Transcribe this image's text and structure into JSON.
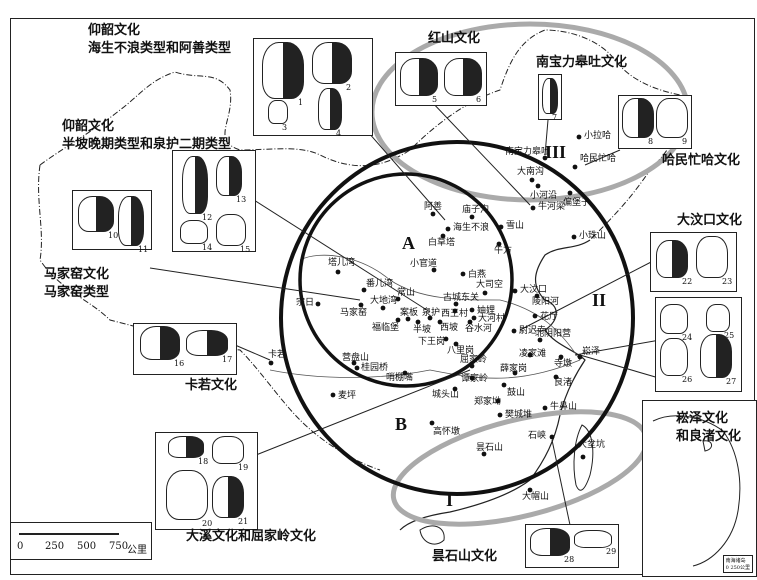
{
  "cultures": {
    "yangshao_hsbl": [
      "仰韶文化",
      "海生不浪类型和阿善类型"
    ],
    "hongshan": "红山文化",
    "nanbao": "南宝力皋吐文化",
    "haminmangha": "哈民忙哈文化",
    "yangshao_bp": [
      "仰韶文化",
      "半坡晚期类型和泉护二期类型"
    ],
    "majiayao": [
      "马家窑文化",
      "马家窑类型"
    ],
    "dawenkou": "大汶口文化",
    "karuo": "卡若文化",
    "songze": [
      "崧泽文化",
      "和良渚文化"
    ],
    "daxi": "大溪文化和屈家岭文化",
    "tanshishan": "昙石山文化"
  },
  "regions": [
    "A",
    "B",
    "I",
    "II",
    "III"
  ],
  "artifact_numbers": [
    "1",
    "2",
    "3",
    "4",
    "5",
    "6",
    "7",
    "8",
    "9",
    "10",
    "11",
    "12",
    "13",
    "14",
    "15",
    "16",
    "17",
    "18",
    "19",
    "20",
    "21",
    "22",
    "23",
    "24",
    "25",
    "26",
    "27",
    "28",
    "29"
  ],
  "sites": [
    "阿善",
    "海生不浪",
    "白草塔",
    "庙子沟",
    "雪山",
    "午方",
    "南宝力皋吐",
    "大南沟",
    "小河沿",
    "牛河梁",
    "偏堡子",
    "小珠山",
    "小拉哈",
    "哈民忙哈",
    "塔儿湾",
    "小官道",
    "白燕",
    "大司空",
    "大汶口",
    "陵阳河",
    "古城东关",
    "西王村",
    "妯娌",
    "大河村",
    "西坡",
    "谷水河",
    "案板",
    "泉护",
    "福临堡",
    "半坡",
    "下王岗",
    "八里岗",
    "番儿湾",
    "大地湾",
    "常山",
    "马家窑",
    "宗日",
    "卡若",
    "营盘山",
    "桂园桥",
    "哨棚嘴",
    "麦坪",
    "尉迟寺",
    "花厅",
    "北阴阳营",
    "凌家滩",
    "薛家岗",
    "屈家岭",
    "谭家岭",
    "城头山",
    "郑家坳",
    "鼓山",
    "寺墩",
    "崧泽",
    "良渚",
    "牛鼻山",
    "樊城堆",
    "高怀墩",
    "昙石山",
    "石峡",
    "大帽山",
    "大坌坑"
  ],
  "scale_bar": {
    "ticks": [
      "0",
      "250",
      "500",
      "750"
    ],
    "unit": "公里"
  },
  "inset": {
    "caption": "南海诸岛",
    "scale": "0  250公里"
  }
}
